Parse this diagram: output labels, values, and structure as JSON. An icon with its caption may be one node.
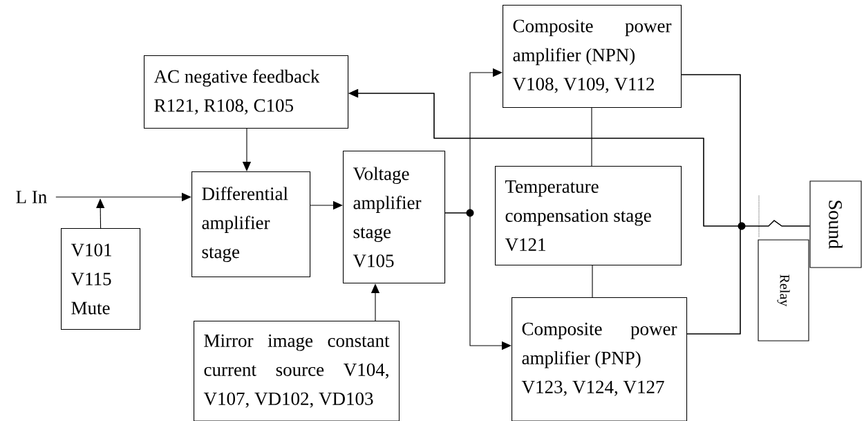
{
  "diagram": {
    "nodes": [
      {
        "text": [
          "L In"
        ]
      },
      {
        "text": [
          "V101",
          "V115",
          "Mute"
        ]
      },
      {
        "text": [
          "AC negative feedback",
          "R121, R108, C105"
        ]
      },
      {
        "text": [
          "Differential amplifier stage"
        ]
      },
      {
        "text": [
          "Voltage amplifier stage",
          "V105"
        ]
      },
      {
        "text": [
          "Mirror image constant current source V104, V107, VD102, VD103"
        ]
      },
      {
        "text": [
          "Composite power amplifier (NPN)",
          "V108, V109, V112"
        ]
      },
      {
        "text": [
          "Temperature compensation stage",
          "V121"
        ]
      },
      {
        "text": [
          "Composite power amplifier (PNP)",
          "V123, V124, V127"
        ]
      },
      {
        "text": [
          "Relay"
        ]
      },
      {
        "text": [
          "Sound"
        ]
      }
    ],
    "edges": [
      {
        "from": 0,
        "to": 3,
        "arrow": "to"
      },
      {
        "from": 1,
        "to": null,
        "arrow": "to"
      },
      {
        "from": 2,
        "to": 3,
        "arrow": "to"
      },
      {
        "from": 3,
        "to": 4,
        "arrow": "to"
      },
      {
        "from": 5,
        "to": 4,
        "arrow": "to"
      },
      {
        "from": 4,
        "to": 6,
        "arrow": "to"
      },
      {
        "from": 4,
        "to": 8,
        "arrow": "to"
      },
      {
        "from": 6,
        "to": 7,
        "arrow": "none"
      },
      {
        "from": 7,
        "to": 8,
        "arrow": "none"
      },
      {
        "from": 6,
        "to": 2,
        "arrow": "to"
      },
      {
        "from": 8,
        "to": 2,
        "arrow": "to"
      },
      {
        "from": 6,
        "to": 10,
        "arrow": "none"
      },
      {
        "from": 8,
        "to": 10,
        "arrow": "none"
      }
    ]
  }
}
